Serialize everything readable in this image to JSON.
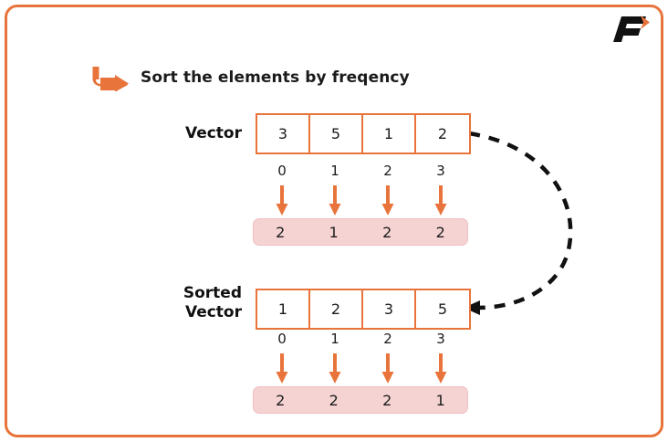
{
  "logo": {
    "letter": "F",
    "icon": "chevron-right-icon",
    "color": "#E8743B"
  },
  "title": {
    "icon": "turn-right-arrow-icon",
    "text": "Sort the elements by freqency"
  },
  "colors": {
    "accent": "#E8743B",
    "frame_border": "#E8743B",
    "freq_fill": "#F6D3D3",
    "freq_border": "#EFC0C0",
    "text": "#1b1b1b",
    "curve": "#111111"
  },
  "blocks": [
    {
      "name": "vector",
      "label_lines": [
        "Vector"
      ],
      "values": [
        "3",
        "5",
        "1",
        "2"
      ],
      "indices": [
        "0",
        "1",
        "2",
        "3"
      ],
      "frequencies": [
        "2",
        "1",
        "2",
        "2"
      ]
    },
    {
      "name": "sorted-vector",
      "label_lines": [
        "Sorted",
        "Vector"
      ],
      "values": [
        "1",
        "2",
        "3",
        "5"
      ],
      "indices": [
        "0",
        "1",
        "2",
        "3"
      ],
      "frequencies": [
        "2",
        "2",
        "2",
        "1"
      ]
    }
  ],
  "connector": {
    "name": "sort-transform-arrow",
    "style": "dashed-curve",
    "direction": "vector-to-sorted-vector"
  }
}
